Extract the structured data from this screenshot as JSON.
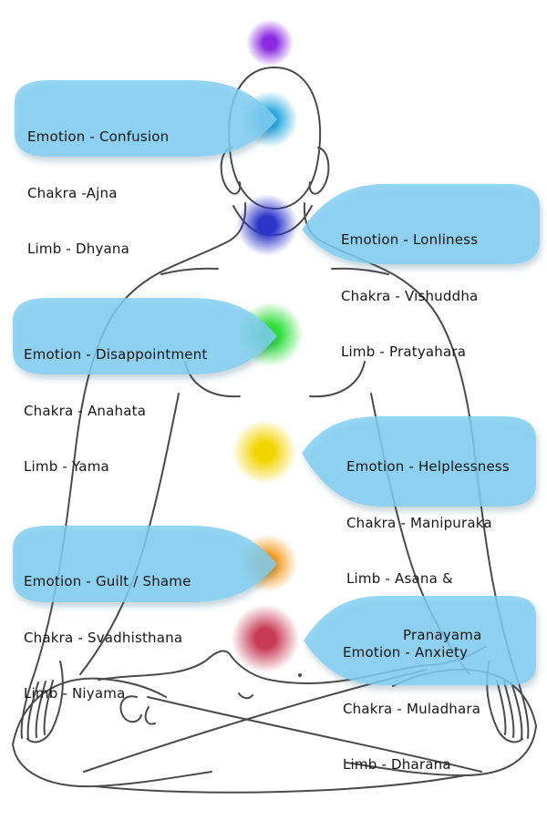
{
  "title": "Chakra emotions and yoga limbs diagram",
  "colors": {
    "bubble_fill": "#7fcdf1",
    "bubble_text": "#161616",
    "figure_line": "#4a4a4a",
    "background": "#ffffff"
  },
  "chakras": [
    {
      "name": "crown",
      "color": "#8a2be2"
    },
    {
      "name": "third-eye",
      "color": "#2aa9e0"
    },
    {
      "name": "throat",
      "color": "#2b35c8"
    },
    {
      "name": "heart",
      "color": "#2edd3a"
    },
    {
      "name": "solar-plexus",
      "color": "#f2d400"
    },
    {
      "name": "sacral",
      "color": "#f59b20"
    },
    {
      "name": "root",
      "color": "#c83a55"
    }
  ],
  "callouts": [
    {
      "side": "left",
      "chakra": "third-eye",
      "lines": [
        "Emotion - Confusion",
        "Chakra -Ajna",
        "Limb - Dhyana"
      ]
    },
    {
      "side": "right",
      "chakra": "throat",
      "lines": [
        "Emotion - Lonliness",
        "Chakra - Vishuddha",
        "Limb - Pratyahara"
      ]
    },
    {
      "side": "left",
      "chakra": "heart",
      "lines": [
        "Emotion - Disappointment",
        "Chakra - Anahata",
        "Limb - Yama"
      ]
    },
    {
      "side": "right",
      "chakra": "solar-plexus",
      "lines": [
        "Emotion - Helplessness",
        "Chakra - Manipuraka",
        "Limb - Asana &",
        "Pranayama"
      ]
    },
    {
      "side": "left",
      "chakra": "sacral",
      "lines": [
        "Emotion - Guilt / Shame",
        "Chakra - Svadhisthana",
        "Limb - Niyama"
      ]
    },
    {
      "side": "right",
      "chakra": "root",
      "lines": [
        "Emotion - Anxiety",
        "Chakra - Muladhara",
        "Limb - Dharana"
      ]
    }
  ]
}
